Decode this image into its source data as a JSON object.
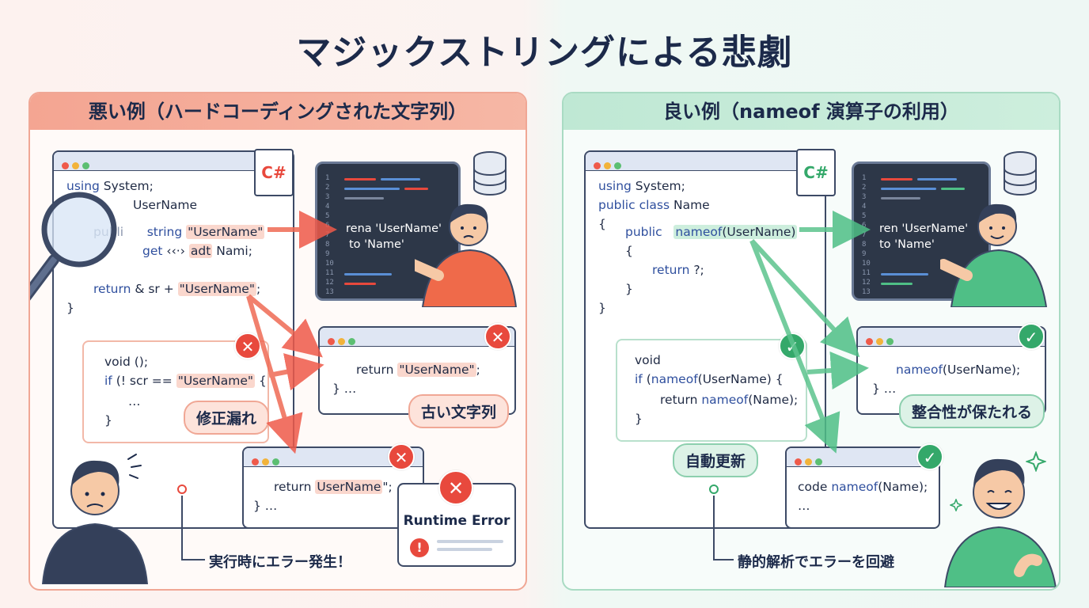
{
  "title": "マジックストリングによる悲劇",
  "bad": {
    "header": "悪い例（ハードコーディングされた文字列）",
    "file_badge": "C#",
    "code": {
      "l1a": "using",
      "l1b": " System;",
      "l2": "UserName",
      "l3a": "publi",
      "l3b": "string",
      "l3c": "\"UserName\"",
      "l4a": "get",
      "l4b": "‹‹·›",
      "l4c": "adt",
      "l4d": "Nami;",
      "l5a": "return",
      "l5b": " & sr + ",
      "l5c": "\"UserName\"",
      "l5d": ";",
      "l6": "}"
    },
    "monitor_text1": "rena 'UserName'",
    "monitor_text2": "to 'Name'",
    "monitor_line_numbers": "1\n2\n3\n4\n5\n6\n7\n8\n9\n10\n11\n12\n13",
    "callout_left": {
      "l1": "void ();",
      "l2a": "if",
      "l2b": " (! scr == ",
      "l2c": "\"UserName\"",
      "l2d": " {",
      "l3": "…",
      "l4": "}"
    },
    "tag_missed": "修正漏れ",
    "callout_right": {
      "l1a": "return ",
      "l1b": "\"UserName\"",
      "l1c": ";",
      "l2": "} …"
    },
    "tag_old": "古い文字列",
    "callout_bottom": {
      "l1a": "return ",
      "l1b": "UserName",
      "l1c": "\";",
      "l2": "} …"
    },
    "runtime_error": "Runtime Error",
    "note": "実行時にエラー発生！"
  },
  "good": {
    "header": "良い例（nameof 演算子の利用）",
    "file_badge": "C#",
    "code": {
      "l1a": "using",
      "l1b": " System;",
      "l2a": "public",
      "l2b": "class",
      "l2c": " Name",
      "l3": "{",
      "l4a": "public",
      "l4b": "nameof",
      "l4c": "(UserName)",
      "l5": "{",
      "l6a": "return",
      "l6b": " ?;",
      "l7": "}",
      "l8": "}"
    },
    "monitor_text1": "ren 'UserName'",
    "monitor_text2": "to 'Name'",
    "monitor_line_numbers": "1\n2\n3\n4\n5\n6\n7\n8\n9\n10\n11\n12\n13",
    "callout_left": {
      "l1": "void",
      "l2a": "if",
      "l2b": "  (",
      "l2c": "nameof",
      "l2d": "(UserName) {",
      "l3a": "return ",
      "l3b": "nameof",
      "l3c": "(Name);",
      "l4": "}"
    },
    "tag_auto": "自動更新",
    "callout_right": {
      "l1a": "nameof",
      "l1b": "(UserName);",
      "l2": "} …"
    },
    "tag_consistent": "整合性が保たれる",
    "callout_bottom": {
      "l1a": "code ",
      "l1b": "nameof",
      "l1c": "(Name);",
      "l2": "…"
    },
    "note": "静的解析でエラーを回避"
  },
  "colors": {
    "red": "#e8493d",
    "green": "#34a86a",
    "navy": "#1c2a4a",
    "accent_blue": "#2f4f9e"
  },
  "icons": [
    "magnifier-icon",
    "csharp-file-icon",
    "database-icon",
    "error-x-icon",
    "check-icon",
    "warning-icon",
    "sparkle-icon"
  ]
}
